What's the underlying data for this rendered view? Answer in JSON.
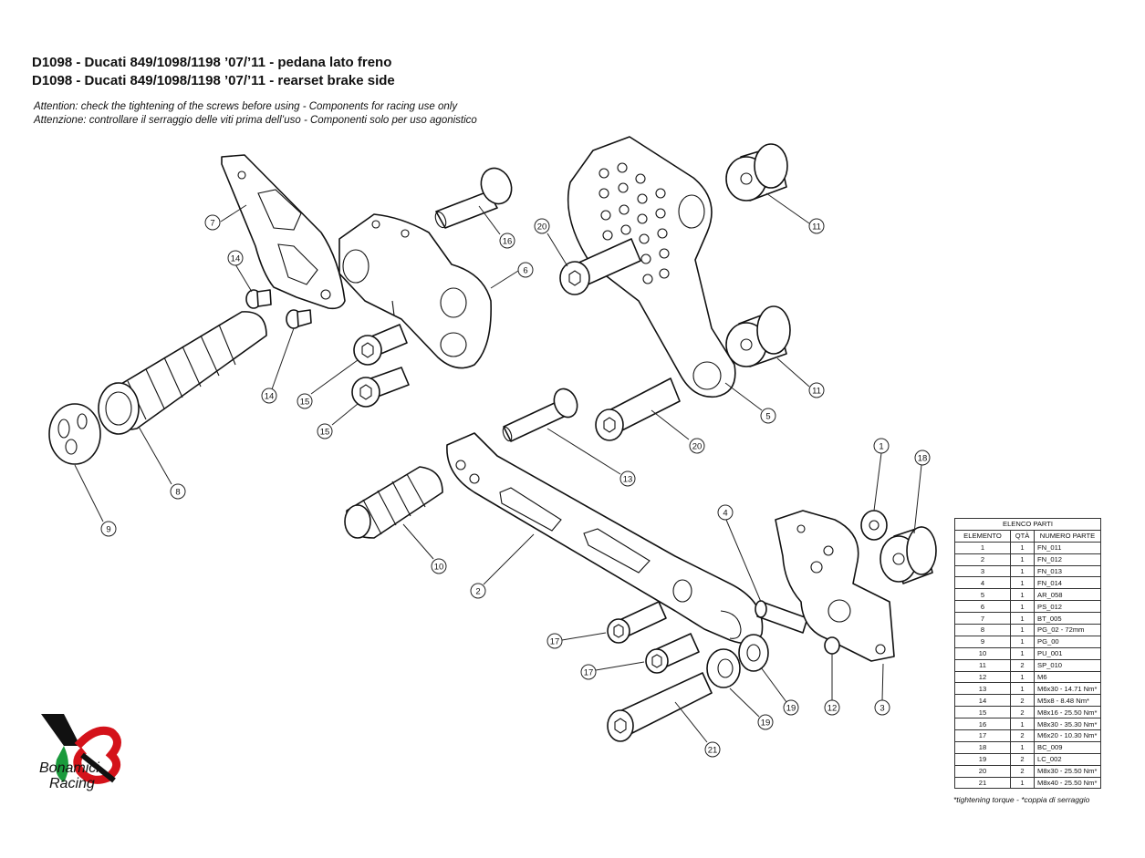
{
  "header": {
    "title_it": "D1098 - Ducati 849/1098/1198 ’07/’11 - pedana lato freno",
    "title_en": "D1098 - Ducati 849/1098/1198 ’07/’11 - rearset brake side",
    "note_en": "Attention: check the tightening of the screws before using - Components for racing use only",
    "note_it": "Attenzione: controllare il serraggio delle viti prima dell’uso - Componenti solo per uso agonistico"
  },
  "callouts": [
    {
      "id": "c7",
      "label": "7"
    },
    {
      "id": "c14a",
      "label": "14"
    },
    {
      "id": "c14b",
      "label": "14"
    },
    {
      "id": "c15a",
      "label": "15"
    },
    {
      "id": "c15b",
      "label": "15"
    },
    {
      "id": "c16",
      "label": "16"
    },
    {
      "id": "c6",
      "label": "6"
    },
    {
      "id": "c20a",
      "label": "20"
    },
    {
      "id": "c11a",
      "label": "11"
    },
    {
      "id": "c11b",
      "label": "11"
    },
    {
      "id": "c5",
      "label": "5"
    },
    {
      "id": "c20b",
      "label": "20"
    },
    {
      "id": "c13",
      "label": "13"
    },
    {
      "id": "c8",
      "label": "8"
    },
    {
      "id": "c9",
      "label": "9"
    },
    {
      "id": "c10",
      "label": "10"
    },
    {
      "id": "c2",
      "label": "2"
    },
    {
      "id": "c4",
      "label": "4"
    },
    {
      "id": "c1",
      "label": "1"
    },
    {
      "id": "c18",
      "label": "18"
    },
    {
      "id": "c17a",
      "label": "17"
    },
    {
      "id": "c17b",
      "label": "17"
    },
    {
      "id": "c19a",
      "label": "19"
    },
    {
      "id": "c19b",
      "label": "19"
    },
    {
      "id": "c12",
      "label": "12"
    },
    {
      "id": "c3",
      "label": "3"
    },
    {
      "id": "c21",
      "label": "21"
    }
  ],
  "parts_table": {
    "caption": "ELENCO PARTI",
    "headers": [
      "ELEMENTO",
      "QTÀ",
      "NUMERO PARTE"
    ],
    "rows": [
      [
        "1",
        "1",
        "FN_011"
      ],
      [
        "2",
        "1",
        "FN_012"
      ],
      [
        "3",
        "1",
        "FN_013"
      ],
      [
        "4",
        "1",
        "FN_014"
      ],
      [
        "5",
        "1",
        "AR_058"
      ],
      [
        "6",
        "1",
        "PS_012"
      ],
      [
        "7",
        "1",
        "BT_005"
      ],
      [
        "8",
        "1",
        "PG_02 - 72mm"
      ],
      [
        "9",
        "1",
        "PG_00"
      ],
      [
        "10",
        "1",
        "PU_001"
      ],
      [
        "11",
        "2",
        "SP_010"
      ],
      [
        "12",
        "1",
        "M6"
      ],
      [
        "13",
        "1",
        "M6x30 - 14.71 Nm*"
      ],
      [
        "14",
        "2",
        "M5x8 - 8.48 Nm*"
      ],
      [
        "15",
        "2",
        "M8x16 - 25.50 Nm*"
      ],
      [
        "16",
        "1",
        "M8x30 - 35.30 Nm*"
      ],
      [
        "17",
        "2",
        "M6x20 - 10.30 Nm*"
      ],
      [
        "18",
        "1",
        "BC_009"
      ],
      [
        "19",
        "2",
        "LC_002"
      ],
      [
        "20",
        "2",
        "M8x30 - 25.50 Nm*"
      ],
      [
        "21",
        "1",
        "M8x40 - 25.50 Nm*"
      ]
    ],
    "footnote": "*tightening torque - *coppia di serraggio"
  },
  "logo": {
    "line1": "Bonamici",
    "line2": "Racing",
    "colors": {
      "green": "#1a9a3c",
      "red": "#d4121a",
      "black": "#111111"
    }
  }
}
